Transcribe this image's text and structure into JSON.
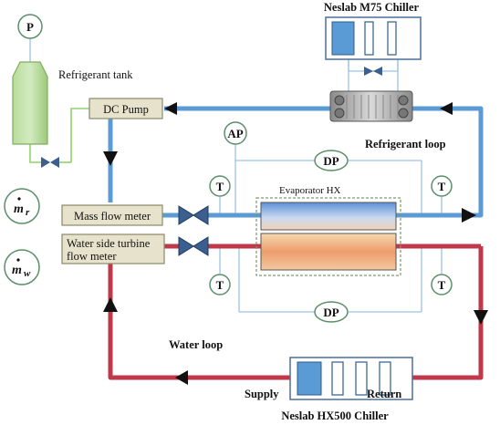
{
  "labels": {
    "refrigerant_tank": "Refrigerant tank",
    "dc_pump": "DC Pump",
    "neslab_m75": "Neslab M75 Chiller",
    "refrigerant_loop": "Refrigerant loop",
    "evaporator_hx": "Evaporator HX",
    "mass_flow_meter": "Mass flow meter",
    "water_flow_meter_line1": "Water side turbine",
    "water_flow_meter_line2": "flow meter",
    "water_loop": "Water loop",
    "supply": "Supply",
    "return": "Return",
    "neslab_hx500": "Neslab HX500 Chiller"
  },
  "sensors": {
    "pressure": "P",
    "absolute_pressure": "AP",
    "differential_pressure": "DP",
    "temperature": "T"
  },
  "symbols": {
    "mr_base": "m",
    "mr_sub": "r",
    "mw_base": "m",
    "mw_sub": "w"
  },
  "colors": {
    "refrigerant_line": "#5b9bd5",
    "water_line": "#c0394b",
    "sensor_line": "#9dc3e6",
    "meter_box_fill": "#e6e2cc",
    "tank_fill": "#a9d18e",
    "chiller_panel": "#5b9bd5"
  }
}
